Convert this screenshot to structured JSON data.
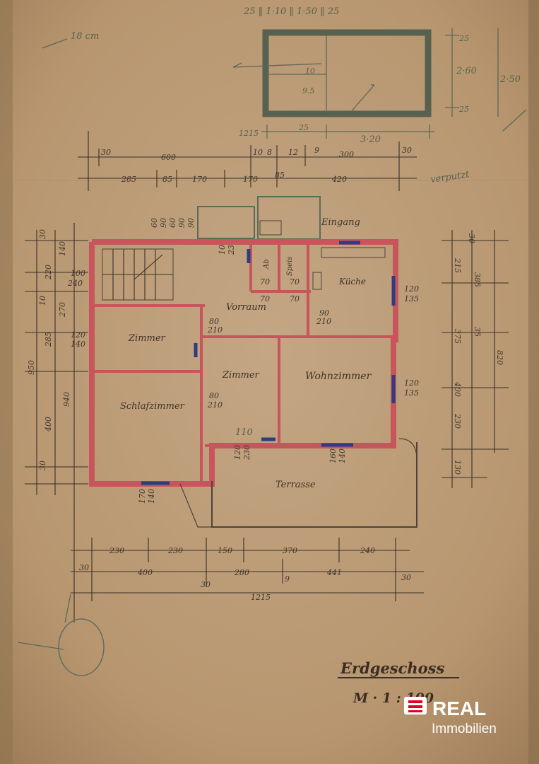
{
  "colors": {
    "paper": "#b89873",
    "walls": "#c8555b",
    "windows": "#2e3c80",
    "ink": "#3a3027",
    "pencil": "#56604f",
    "logo_red": "#e2001a"
  },
  "sketch": {
    "scale_note": "25 ‖ 1·10 ‖ 1·50 ‖ 25",
    "corner_note": "18 cm",
    "inner_a": "10",
    "inner_b": "9.5",
    "bottom_a": "1215",
    "bottom_b": "25",
    "bottom_c": "3·20",
    "right_a": "25",
    "right_b": "2·60",
    "right_c": "2·50",
    "right_d": "25"
  },
  "top_dims": {
    "row1": [
      "30",
      "600",
      "10",
      "8",
      "12",
      "9",
      "300",
      "30"
    ],
    "row2": [
      "285",
      "85",
      "170",
      "170",
      "85",
      "420"
    ],
    "note": "verputzt"
  },
  "stair_dims": [
    "60",
    "90",
    "60",
    "90",
    "90",
    "100",
    "230",
    "70",
    "70"
  ],
  "left_dims": [
    "30",
    "140",
    "100",
    "240",
    "220",
    "10",
    "270",
    "120",
    "140",
    "285",
    "950",
    "940",
    "400",
    "30"
  ],
  "right_dims": [
    "30",
    "215",
    "385",
    "120",
    "135",
    "375",
    "35",
    "400",
    "820",
    "120",
    "135",
    "230",
    "130"
  ],
  "rooms": {
    "entrance": "Eingang",
    "wc": "Ab",
    "pantry": "Speis",
    "kitchen": "Küche",
    "hall": "Vorraum",
    "room_left": "Zimmer",
    "room_mid": "Zimmer",
    "living": "Wohnzimmer",
    "bedroom": "Schlafzimmer",
    "terrace": "Terrasse"
  },
  "door_notes": [
    "80",
    "210",
    "90",
    "210",
    "80",
    "210",
    "120",
    "230",
    "160",
    "140",
    "170",
    "140",
    "110",
    "70",
    "70"
  ],
  "bottom_dims": {
    "row1": [
      "230",
      "230",
      "150",
      "370",
      "240"
    ],
    "row2": [
      "30",
      "400",
      "280",
      "9",
      "441",
      "30"
    ],
    "row2_sub": "30",
    "total": "1215"
  },
  "footer": {
    "title": "Erdgeschoss",
    "scale": "M · 1 : 100"
  },
  "logo": {
    "brand": "REAL",
    "sub": "Immobilien"
  }
}
